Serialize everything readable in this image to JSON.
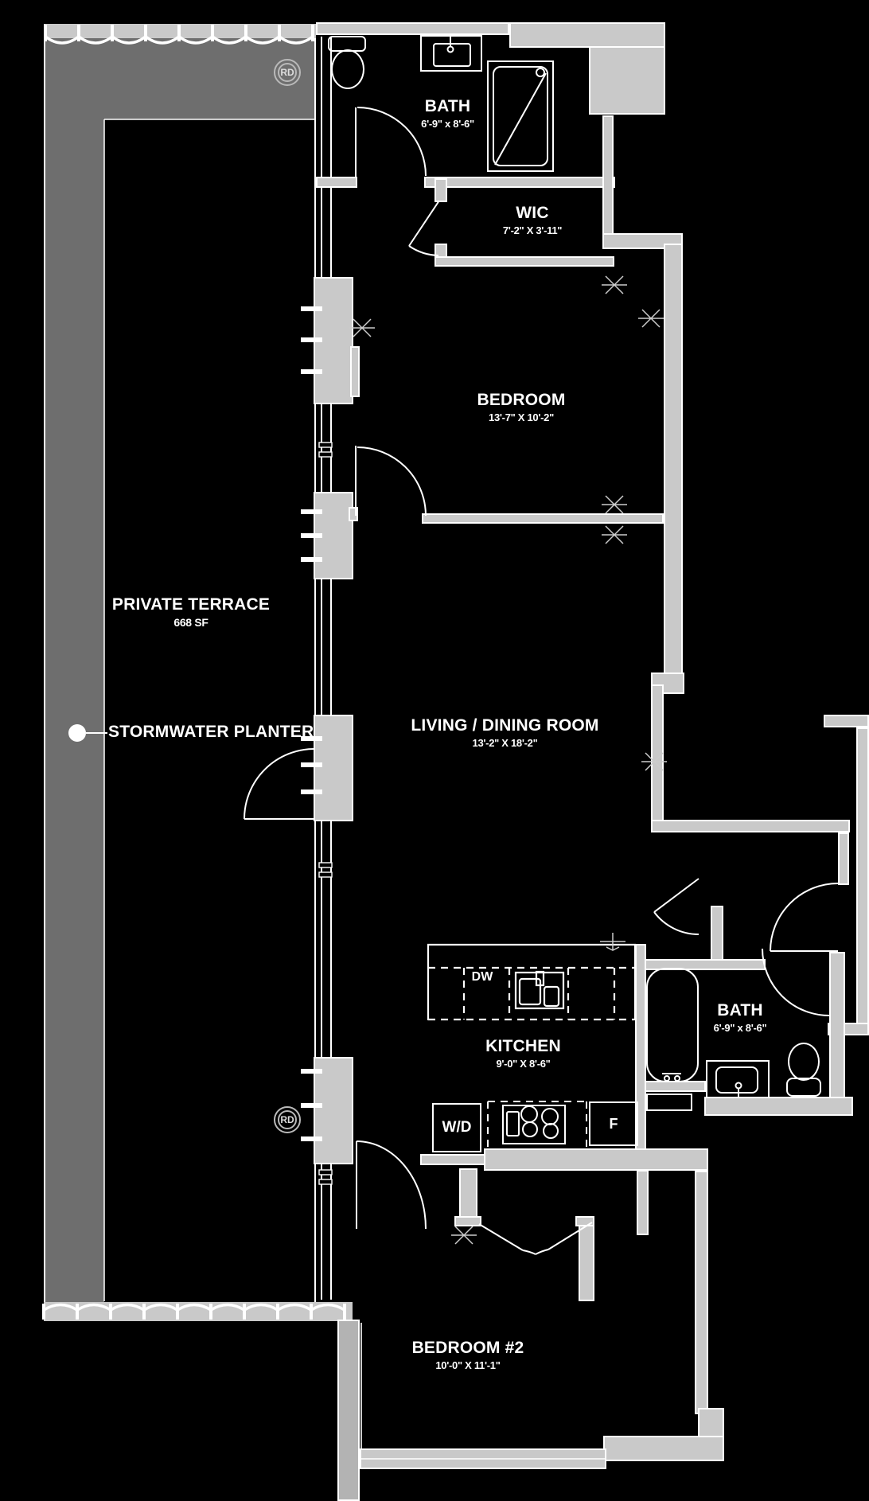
{
  "colors": {
    "background": "#000000",
    "wall_fill": "#c9c9c9",
    "terrace_band": "#6e6e6e",
    "linework": "#ffffff"
  },
  "rooms": {
    "bath1": {
      "name": "BATH",
      "dims": "6'-9\" x 8'-6\""
    },
    "wic": {
      "name": "WIC",
      "dims": "7'-2\" X 3'-11\""
    },
    "bedroom": {
      "name": "BEDROOM",
      "dims": "13'-7\" X 10'-2\""
    },
    "terrace": {
      "name": "PRIVATE TERRACE",
      "dims": "668 SF"
    },
    "living": {
      "name": "LIVING / DINING ROOM",
      "dims": "13'-2\" X 18'-2\""
    },
    "kitchen": {
      "name": "KITCHEN",
      "dims": "9'-0\" X 8'-6\""
    },
    "bath2": {
      "name": "BATH",
      "dims": "6'-9\" x 8'-6\""
    },
    "bedroom2": {
      "name": "BEDROOM #2",
      "dims": "10'-0\" X 11'-1\""
    }
  },
  "annotations": {
    "stormwater_planter": "STORMWATER PLANTER",
    "roof_drain": "RD"
  },
  "appliances": {
    "dishwasher": "DW",
    "washer_dryer": "W/D",
    "refrigerator": "F"
  }
}
